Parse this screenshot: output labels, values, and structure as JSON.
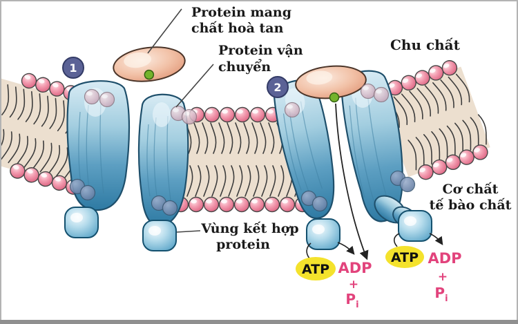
{
  "diagram": {
    "badges": {
      "step1": "1",
      "step2": "2"
    },
    "labels": {
      "solute_carrier_line1": "Protein mang",
      "solute_carrier_line2": "chất hoà tan",
      "transport_protein_line1": "Protein vận",
      "transport_protein_line2": "chuyển",
      "periplasm": "Chu chất",
      "substrate_line1": "Cơ chất",
      "substrate_line2": "tế bào chất",
      "binding_domain_line1": "Vùng kết hợp",
      "binding_domain_line2": "protein"
    },
    "energy": {
      "atp": "ATP",
      "adp": "ADP",
      "plus": "+",
      "phosphate": "P",
      "phosphate_subscript": "i"
    },
    "colors": {
      "membrane": "#ecdfcf",
      "lipid_head": "#ee7f97",
      "protein": "#4a94ba",
      "carrier": "#efb090",
      "solute": "#74b32c",
      "atp_oval": "#f4e22c",
      "adp_text": "#e2437c",
      "badge": "#5b6296",
      "border": "#b3b3b3",
      "bottom_bar": "#8f8f8f"
    }
  }
}
